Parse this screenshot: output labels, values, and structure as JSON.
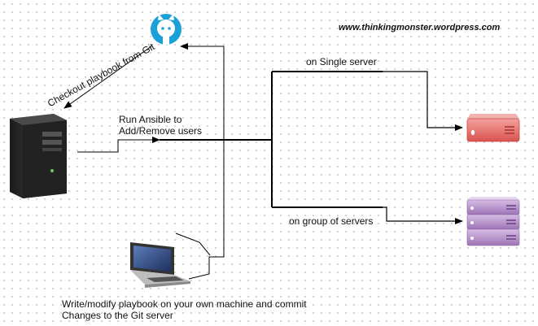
{
  "watermark": "www.thinkingmonster.wordpress.com",
  "labels": {
    "checkout": "Checkout playbook from Git",
    "run_ansible_line1": "Run Ansible to",
    "run_ansible_line2": "Add/Remove users",
    "single_server": "on Single server",
    "group_servers": "on group of servers",
    "write_line1": "Write/modify playbook on  your own machine and commit",
    "write_line2": "Changes to the Git server"
  },
  "icons": {
    "git": "github-octocat-icon",
    "control_machine": "server-tower-icon",
    "laptop": "laptop-icon",
    "single_server": "single-server-icon",
    "server_group": "server-group-icon"
  },
  "colors": {
    "github": "#1aa1d8",
    "single_server": "#e8736e",
    "server_group": "#b48fc7",
    "lines": "#000000"
  }
}
